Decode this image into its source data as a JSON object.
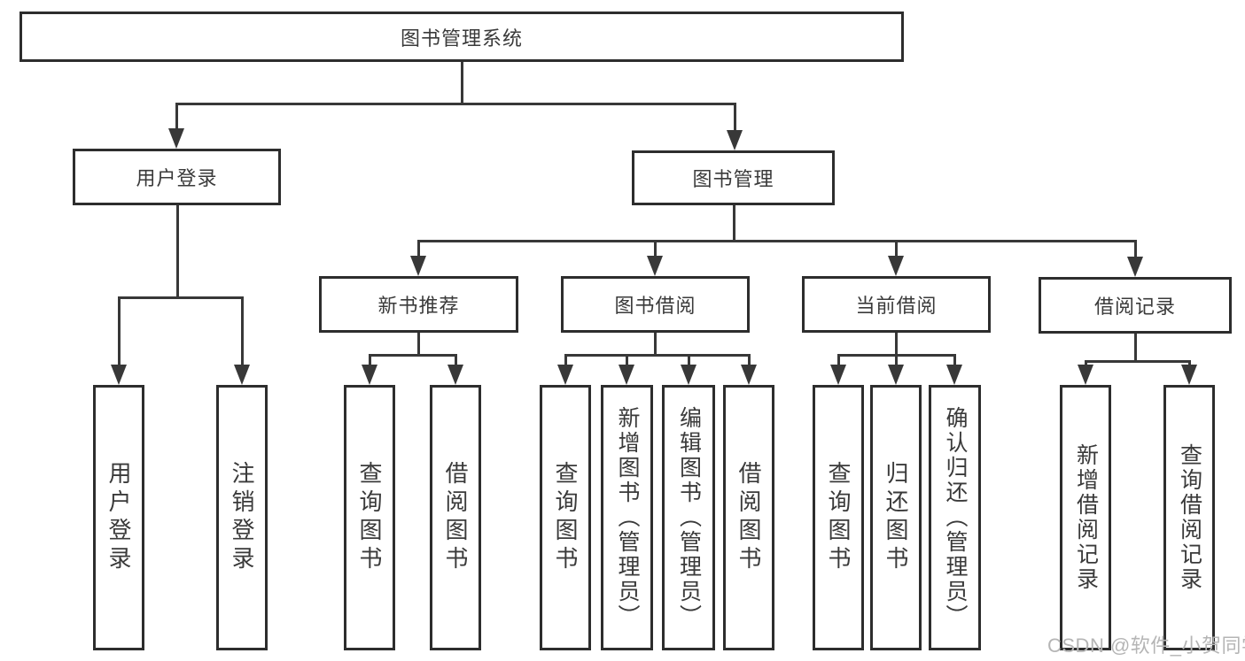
{
  "diagram": {
    "title": "图书管理系统",
    "watermark": "CSDN @软件_小贺同学",
    "colors": {
      "line": "#383838",
      "box_border": "#2d2d2d",
      "text": "#3a3a3a",
      "watermark": "#b5b5b5",
      "background": "#ffffff"
    },
    "nodes": {
      "root": {
        "label": "图书管理系统"
      },
      "user_login": {
        "label": "用户登录"
      },
      "book_mgmt": {
        "label": "图书管理"
      },
      "new_book_rec": {
        "label": "新书推荐"
      },
      "book_borrow": {
        "label": "图书借阅"
      },
      "current_borrow": {
        "label": "当前借阅"
      },
      "borrow_record": {
        "label": "借阅记录"
      },
      "login": {
        "label": "用户登录"
      },
      "logout": {
        "label": "注销登录"
      },
      "rec_query": {
        "label": "查询图书"
      },
      "rec_borrow": {
        "label": "借阅图书"
      },
      "bb_query": {
        "label": "查询图书"
      },
      "bb_add": {
        "label": "新增图书（管理员）"
      },
      "bb_edit": {
        "label": "编辑图书（管理员）"
      },
      "bb_borrow": {
        "label": "借阅图书"
      },
      "cb_query": {
        "label": "查询图书"
      },
      "cb_return": {
        "label": "归还图书"
      },
      "cb_confirm": {
        "label": "确认归还（管理员）"
      },
      "br_add": {
        "label": "新增借阅记录"
      },
      "br_query": {
        "label": "查询借阅记录"
      }
    },
    "edges": [
      {
        "from": "root",
        "to": [
          "user_login",
          "book_mgmt"
        ]
      },
      {
        "from": "user_login",
        "to": [
          "login",
          "logout"
        ]
      },
      {
        "from": "book_mgmt",
        "to": [
          "new_book_rec",
          "book_borrow",
          "current_borrow",
          "borrow_record"
        ]
      },
      {
        "from": "new_book_rec",
        "to": [
          "rec_query",
          "rec_borrow"
        ]
      },
      {
        "from": "book_borrow",
        "to": [
          "bb_query",
          "bb_add",
          "bb_edit",
          "bb_borrow"
        ]
      },
      {
        "from": "current_borrow",
        "to": [
          "cb_query",
          "cb_return",
          "cb_confirm"
        ]
      },
      {
        "from": "borrow_record",
        "to": [
          "br_add",
          "br_query"
        ]
      }
    ]
  }
}
